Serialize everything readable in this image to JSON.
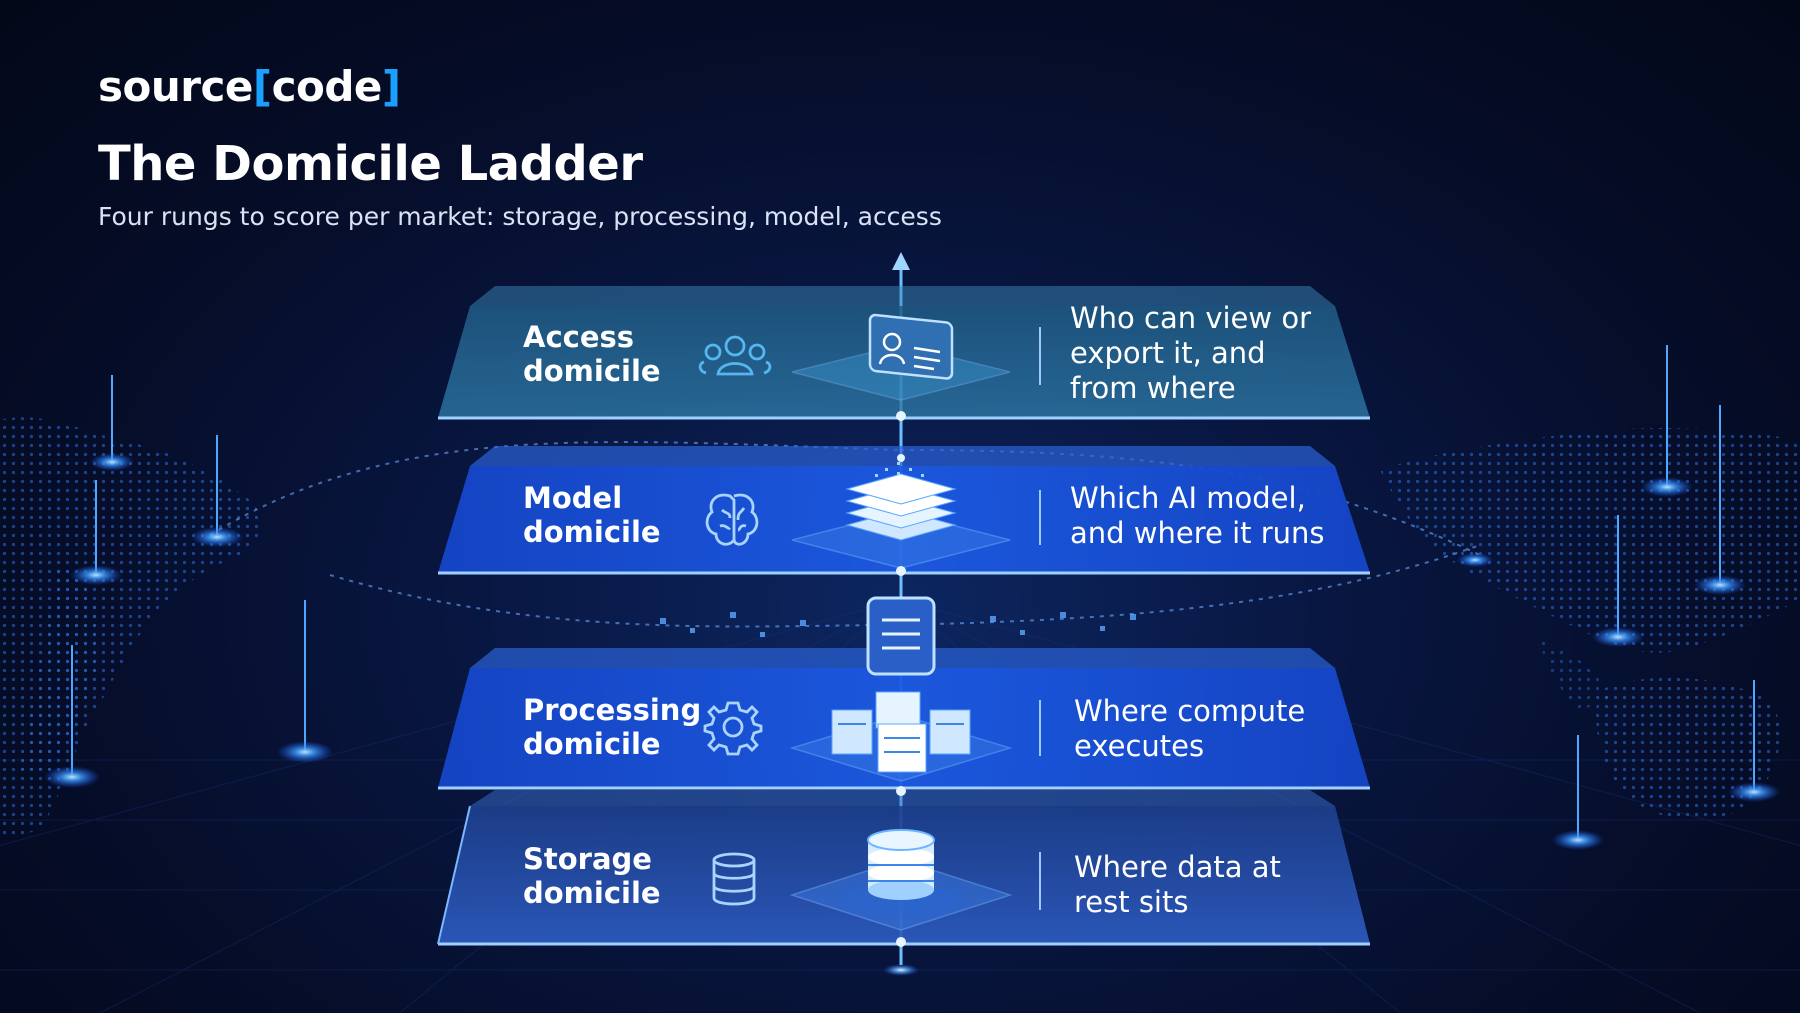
{
  "brand": {
    "name": "source",
    "bracket_open": "[",
    "name_inner": "code",
    "bracket_close": "]"
  },
  "title": "The Domicile Ladder",
  "subtitle": "Four rungs to score per market: storage, processing, model, access",
  "rungs": [
    {
      "label_line1": "Access",
      "label_line2": "domicile",
      "icon": "people-icon",
      "visual": "id-card-icon",
      "desc": [
        "Who can view or",
        "export it, and",
        "from where"
      ]
    },
    {
      "label_line1": "Model",
      "label_line2": "domicile",
      "icon": "brain-icon",
      "visual": "layer-stack-icon",
      "desc": [
        "Which AI model,",
        "and where it runs"
      ]
    },
    {
      "label_line1": "Processing",
      "label_line2": "domicile",
      "icon": "gear-icon",
      "visual": "server-cluster-icon",
      "desc": [
        "Where compute",
        "executes"
      ]
    },
    {
      "label_line1": "Storage",
      "label_line2": "domicile",
      "icon": "database-icon",
      "visual": "database-stack-icon",
      "desc": [
        "Where data at",
        "rest sits"
      ]
    }
  ],
  "colors": {
    "accent": "#1aa0ff",
    "panel_access": "#2a6d8f",
    "panel_blue": "#1a52d8",
    "glow": "#4fa8ff",
    "text": "#ffffff"
  }
}
